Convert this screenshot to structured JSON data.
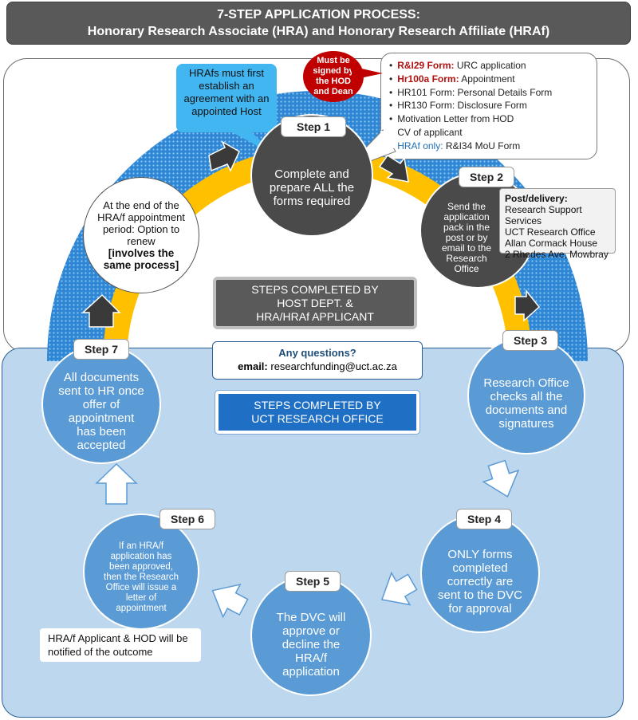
{
  "title": {
    "line1": "7-STEP APPLICATION PROCESS:",
    "line2": "Honorary Research Associate (HRA) and Honorary Research Affiliate (HRAf)"
  },
  "hraf_note": "HRAfs must first establish an agreement with an appointed Host",
  "signed_badge": "Must be signed by the HOD and Dean",
  "forms": [
    {
      "bold": "R&I29 Form:",
      "rest": " URC application",
      "style": "red"
    },
    {
      "bold": "Hr100a Form:",
      "rest": " Appointment",
      "style": "red"
    },
    {
      "bold": "",
      "rest": "HR101 Form: Personal Details Form",
      "style": "plain"
    },
    {
      "bold": "",
      "rest": "HR130 Form: Disclosure Form",
      "style": "plain"
    },
    {
      "bold": "",
      "rest": "Motivation Letter from HOD",
      "style": "plain"
    },
    {
      "bold": "",
      "rest": "CV of applicant",
      "style": "plain"
    },
    {
      "bold": "HRAf only:",
      "rest": " R&I34 MoU Form",
      "style": "blue"
    }
  ],
  "steps": {
    "s1": {
      "label": "Step 1",
      "text": "Complete and prepare ALL the forms required"
    },
    "s2": {
      "label": "Step 2",
      "text": "Send the application pack in the post or by email to the Research Office"
    },
    "s3": {
      "label": "Step 3",
      "text": "Research Office checks all the documents and signatures"
    },
    "s4": {
      "label": "Step 4",
      "text": "ONLY forms completed correctly are sent to the DVC for approval"
    },
    "s5": {
      "label": "Step 5",
      "text": "The DVC will approve or decline the HRA/f application"
    },
    "s6": {
      "label": "Step 6",
      "text": "If an HRA/f application has been approved, then the Research Office will issue a letter of appointment"
    },
    "s7": {
      "label": "Step 7",
      "text": "All documents sent to HR once offer of appointment has been accepted"
    }
  },
  "post": {
    "heading": "Post/delivery:",
    "lines": [
      "Research Support Services",
      "UCT Research Office",
      "Allan Cormack House",
      "2 Rhodes Ave, Mowbray"
    ]
  },
  "renew": {
    "text": "At the end of the HRA/f appointment period: Option to renew",
    "bold": "[involves the same process]"
  },
  "host_box": {
    "lines": [
      "STEPS COMPLETED BY",
      "HOST DEPT. &",
      "HRA/HRAf APPLICANT"
    ]
  },
  "office_box": {
    "lines": [
      "STEPS COMPLETED BY",
      "UCT RESEARCH OFFICE"
    ]
  },
  "questions": {
    "heading": "Any questions?",
    "label": "email:",
    "email": " researchfunding@uct.ac.za"
  },
  "notified": "HRA/f Applicant & HOD will be notified of the outcome",
  "colors": {
    "dark_grey": "#4a4a4a",
    "blue_step": "#5b9bd5",
    "yellow_arc": "#ffc000",
    "light_blue_panel": "#bdd7ee",
    "red_badge": "#c00000"
  }
}
